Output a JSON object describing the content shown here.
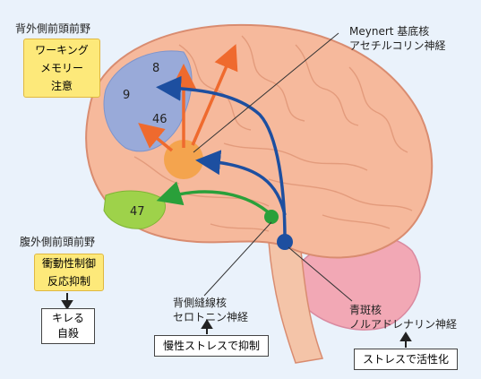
{
  "labels": {
    "dlpfc_title": "背外側前頭前野",
    "dlpfc_box": [
      "ワーキング",
      "メモリー",
      "注意"
    ],
    "vlpfc_title": "腹外側前頭前野",
    "vlpfc_box": [
      "衝動性制御",
      "反応抑制"
    ],
    "kireru_box": [
      "キレる",
      "自殺"
    ],
    "meynert": [
      "Meynert 基底核",
      "アセチルコリン神経"
    ],
    "raphe": [
      "背側縫線核",
      "セロトニン神経"
    ],
    "stress_chronic": "慢性ストレスで抑制",
    "locus": [
      "青斑核",
      "ノルアドレナリン神経"
    ],
    "stress_activate": "ストレスで活性化"
  },
  "areas": {
    "a8": "8",
    "a9": "9",
    "a46": "46",
    "a47": "47"
  },
  "colors": {
    "background": "#eaf2fb",
    "brain": "#f6b99c",
    "brain_outline": "#d98c70",
    "cerebellum": "#f2a8b5",
    "dlpfc_region": "#8fa8e0",
    "vlpfc_region": "#9ed24a",
    "orange_node": "#f3a24a",
    "orange_arrow": "#ef6a2e",
    "blue_arrow": "#1d4fa0",
    "green_arrow": "#2aa03a",
    "yellow_box": "#fde97a"
  }
}
